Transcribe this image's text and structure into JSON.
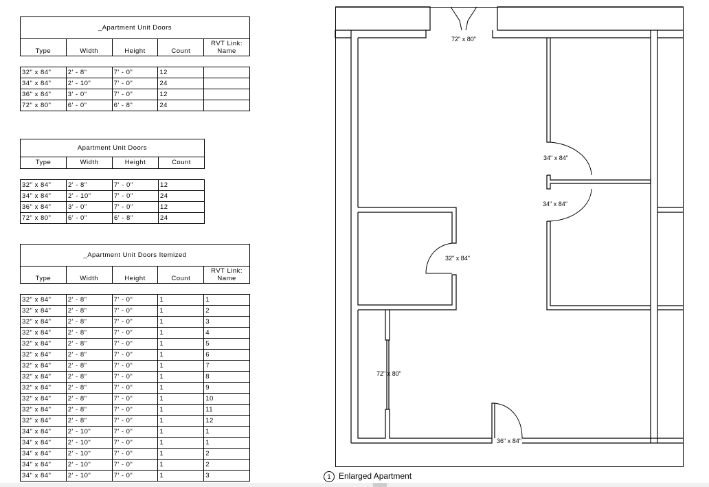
{
  "schedules": [
    {
      "id": "t1",
      "title": "_Apartment Unit Doors",
      "headers": [
        "Type",
        "Width",
        "Height",
        "Count",
        "RVT Link:\nName"
      ],
      "rows": [
        [
          "32\" x 84\"",
          "2' - 8\"",
          "7' - 0\"",
          "12",
          ""
        ],
        [
          "34\" x 84\"",
          "2' - 10\"",
          "7' - 0\"",
          "24",
          ""
        ],
        [
          "36\" x 84\"",
          "3' - 0\"",
          "7' - 0\"",
          "12",
          ""
        ],
        [
          "72\" x 80\"",
          "6' - 0\"",
          "6' - 8\"",
          "24",
          ""
        ]
      ]
    },
    {
      "id": "t2",
      "title": "Apartment Unit Doors",
      "headers": [
        "Type",
        "Width",
        "Height",
        "Count"
      ],
      "rows": [
        [
          "32\" x 84\"",
          "2' - 8\"",
          "7' - 0\"",
          "12"
        ],
        [
          "34\" x 84\"",
          "2' - 10\"",
          "7' - 0\"",
          "24"
        ],
        [
          "36\" x 84\"",
          "3' - 0\"",
          "7' - 0\"",
          "12"
        ],
        [
          "72\" x 80\"",
          "6' - 0\"",
          "6' - 8\"",
          "24"
        ]
      ]
    },
    {
      "id": "t3",
      "title": "_Apartment Unit Doors Itemized",
      "headers": [
        "Type",
        "Width",
        "Height",
        "Count",
        "RVT Link:\nName"
      ],
      "rows": [
        [
          "32\" x 84\"",
          "2' - 8\"",
          "7' - 0\"",
          "1",
          "1"
        ],
        [
          "32\" x 84\"",
          "2' - 8\"",
          "7' - 0\"",
          "1",
          "2"
        ],
        [
          "32\" x 84\"",
          "2' - 8\"",
          "7' - 0\"",
          "1",
          "3"
        ],
        [
          "32\" x 84\"",
          "2' - 8\"",
          "7' - 0\"",
          "1",
          "4"
        ],
        [
          "32\" x 84\"",
          "2' - 8\"",
          "7' - 0\"",
          "1",
          "5"
        ],
        [
          "32\" x 84\"",
          "2' - 8\"",
          "7' - 0\"",
          "1",
          "6"
        ],
        [
          "32\" x 84\"",
          "2' - 8\"",
          "7' - 0\"",
          "1",
          "7"
        ],
        [
          "32\" x 84\"",
          "2' - 8\"",
          "7' - 0\"",
          "1",
          "8"
        ],
        [
          "32\" x 84\"",
          "2' - 8\"",
          "7' - 0\"",
          "1",
          "9"
        ],
        [
          "32\" x 84\"",
          "2' - 8\"",
          "7' - 0\"",
          "1",
          "10"
        ],
        [
          "32\" x 84\"",
          "2' - 8\"",
          "7' - 0\"",
          "1",
          "11"
        ],
        [
          "32\" x 84\"",
          "2' - 8\"",
          "7' - 0\"",
          "1",
          "12"
        ],
        [
          "34\" x 84\"",
          "2' - 10\"",
          "7' - 0\"",
          "1",
          "1"
        ],
        [
          "34\" x 84\"",
          "2' - 10\"",
          "7' - 0\"",
          "1",
          "1"
        ],
        [
          "34\" x 84\"",
          "2' - 10\"",
          "7' - 0\"",
          "1",
          "2"
        ],
        [
          "34\" x 84\"",
          "2' - 10\"",
          "7' - 0\"",
          "1",
          "2"
        ],
        [
          "34\" x 84\"",
          "2' - 10\"",
          "7' - 0\"",
          "1",
          "3"
        ]
      ]
    }
  ],
  "plan": {
    "door_labels": {
      "entry": "72\" x 80\"",
      "upper_bedroom": "34\" x 84\"",
      "lower_bedroom": "34\" x 84\"",
      "bath": "32\" x 84\"",
      "closet": "72\" x 80\"",
      "bottom": "36\" x 84\""
    },
    "view_number": "1",
    "view_title": "Enlarged Apartment"
  }
}
